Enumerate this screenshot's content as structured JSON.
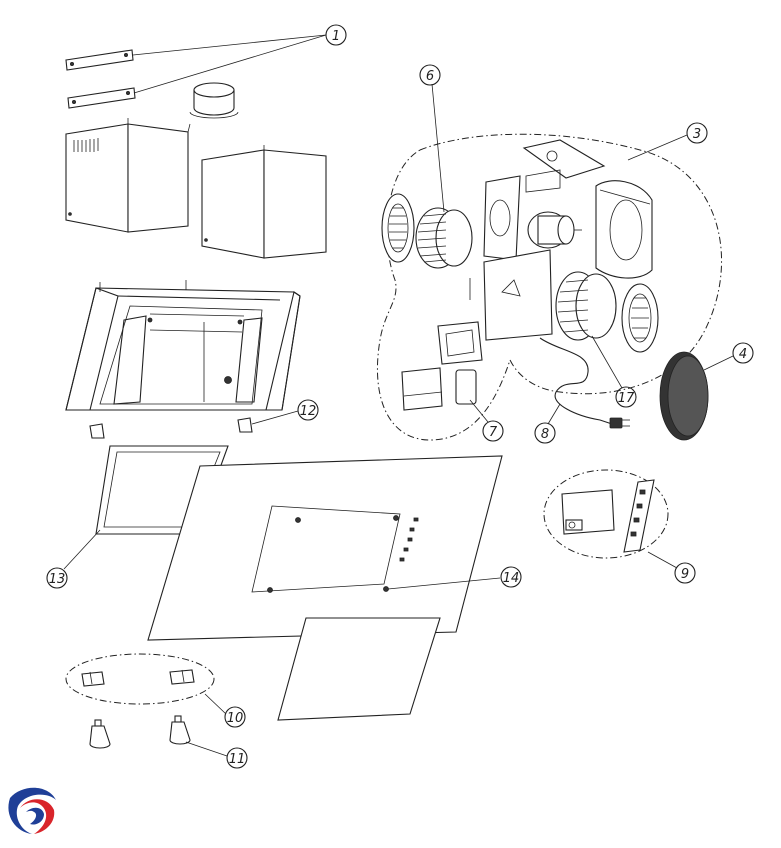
{
  "callouts": {
    "c1": "1",
    "c3": "3",
    "c4": "4",
    "c6": "6",
    "c7": "7",
    "c8": "8",
    "c9": "9",
    "c10": "10",
    "c11": "11",
    "c12": "12",
    "c13": "13",
    "c14": "14",
    "c17": "17"
  },
  "colors": {
    "line": "#222222",
    "logo_blue": "#1f3f97",
    "logo_red": "#d9252b"
  },
  "logo": {
    "icon": "brand-swirl-logo"
  }
}
